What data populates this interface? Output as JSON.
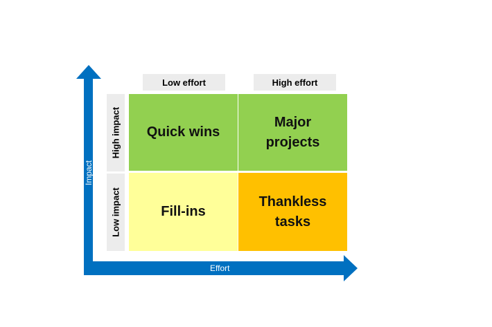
{
  "axes": {
    "x_label": "Effort",
    "y_label": "Impact",
    "color": "#0070c0"
  },
  "columns": [
    {
      "label": "Low effort"
    },
    {
      "label": "High effort"
    }
  ],
  "rows": [
    {
      "label": "High impact"
    },
    {
      "label": "Low impact"
    }
  ],
  "quadrants": {
    "top_left": {
      "label": "Quick wins",
      "color": "#92d050"
    },
    "top_right": {
      "label": "Major projects",
      "color": "#92d050"
    },
    "bottom_left": {
      "label": "Fill-ins",
      "color": "#ffff99"
    },
    "bottom_right": {
      "label": "Thankless tasks",
      "color": "#ffc000"
    }
  }
}
